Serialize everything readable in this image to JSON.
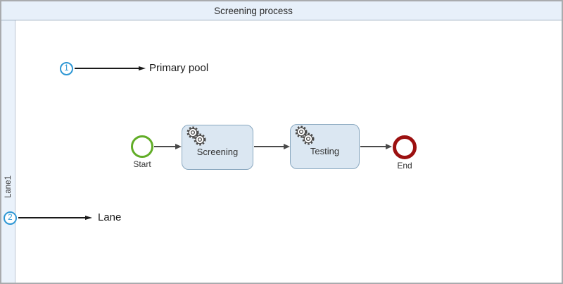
{
  "pool": {
    "title": "Screening process",
    "lane": {
      "label": "Lane1"
    }
  },
  "process": {
    "start_event": {
      "label": "Start"
    },
    "tasks": [
      {
        "label": "Screening"
      },
      {
        "label": "Testing"
      }
    ],
    "end_event": {
      "label": "End"
    }
  },
  "callouts": [
    {
      "number": "1",
      "label": "Primary pool"
    },
    {
      "number": "2",
      "label": "Lane"
    }
  ],
  "colors": {
    "frame_border": "#a9abae",
    "pool_header_fill": "#e7f0fa",
    "pool_header_border": "#9fb0c1",
    "lane_fill": "#eaf2fb",
    "lane_border": "#b9c5d3",
    "task_fill": "#dbe7f2",
    "task_border": "#8aa8c0",
    "start_green": "#61ad27",
    "end_red": "#9c1010",
    "badge_blue": "#2e97d4",
    "arrow_dark": "#4a4a4a",
    "callout_arrow": "#1a1a1a",
    "text_dark": "#2b2b2b"
  }
}
